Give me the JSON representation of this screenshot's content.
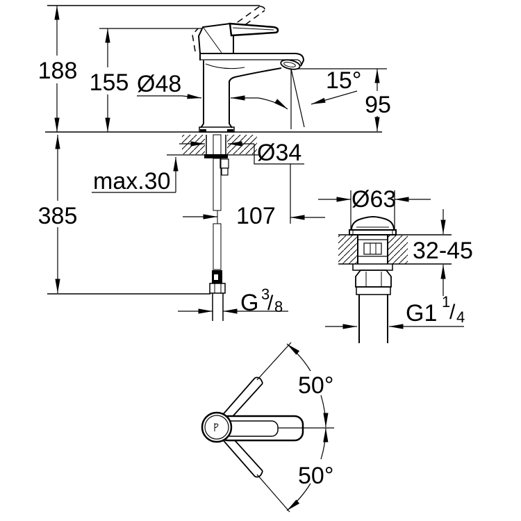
{
  "drawing": {
    "colors": {
      "line": "#000000",
      "background": "#ffffff"
    },
    "main_view": {
      "labels": {
        "total_height": "188",
        "lever_height": "155",
        "body_diameter": "Ø48",
        "stream_angle": "15°",
        "spout_height": "95",
        "hole_diameter": "Ø34",
        "max_deck_thickness": "max.30",
        "hose_length": "385",
        "spout_projection": "107",
        "supply_thread": {
          "base": "G",
          "num": "3",
          "slash": "/",
          "den": "8"
        }
      }
    },
    "drain_view": {
      "labels": {
        "cap_diameter": "Ø63",
        "deck_thickness_range": "32-45",
        "drain_thread": {
          "base": "G1",
          "num": "1",
          "slash": "/",
          "den": "4"
        }
      }
    },
    "top_view": {
      "labels": {
        "swivel_up": "50°",
        "swivel_down": "50°"
      }
    }
  }
}
